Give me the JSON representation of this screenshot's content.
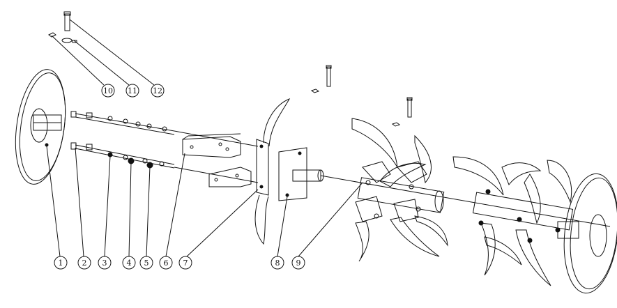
{
  "diagram": {
    "callouts": [
      {
        "id": "1",
        "label": "1"
      },
      {
        "id": "2",
        "label": "2"
      },
      {
        "id": "3",
        "label": "3"
      },
      {
        "id": "4",
        "label": "4"
      },
      {
        "id": "5",
        "label": "5"
      },
      {
        "id": "6",
        "label": "6"
      },
      {
        "id": "7",
        "label": "7"
      },
      {
        "id": "8",
        "label": "8"
      },
      {
        "id": "9",
        "label": "9"
      },
      {
        "id": "10",
        "label": "10"
      },
      {
        "id": "11",
        "label": "11"
      },
      {
        "id": "12",
        "label": "12"
      }
    ]
  },
  "colors": {
    "line": "#111111",
    "background": "#ffffff"
  }
}
